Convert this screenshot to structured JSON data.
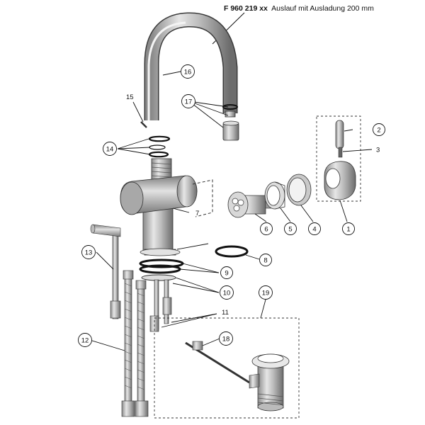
{
  "header": {
    "code": "F 960 219 xx",
    "description": "Auslauf mit Ausladung 200 mm"
  },
  "callouts": [
    {
      "id": "c1",
      "label": "1"
    },
    {
      "id": "c2",
      "label": "2"
    },
    {
      "id": "c3",
      "label": "3"
    },
    {
      "id": "c4",
      "label": "4"
    },
    {
      "id": "c5",
      "label": "5"
    },
    {
      "id": "c6",
      "label": "6"
    },
    {
      "id": "c7",
      "label": "7"
    },
    {
      "id": "c8",
      "label": "8"
    },
    {
      "id": "c9",
      "label": "9"
    },
    {
      "id": "c10",
      "label": "10"
    },
    {
      "id": "c11",
      "label": "11"
    },
    {
      "id": "c12",
      "label": "12"
    },
    {
      "id": "c13",
      "label": "13"
    },
    {
      "id": "c14",
      "label": "14"
    },
    {
      "id": "c15",
      "label": "15"
    },
    {
      "id": "c16",
      "label": "16"
    },
    {
      "id": "c17",
      "label": "17"
    },
    {
      "id": "c18",
      "label": "18"
    },
    {
      "id": "c19",
      "label": "19"
    }
  ]
}
